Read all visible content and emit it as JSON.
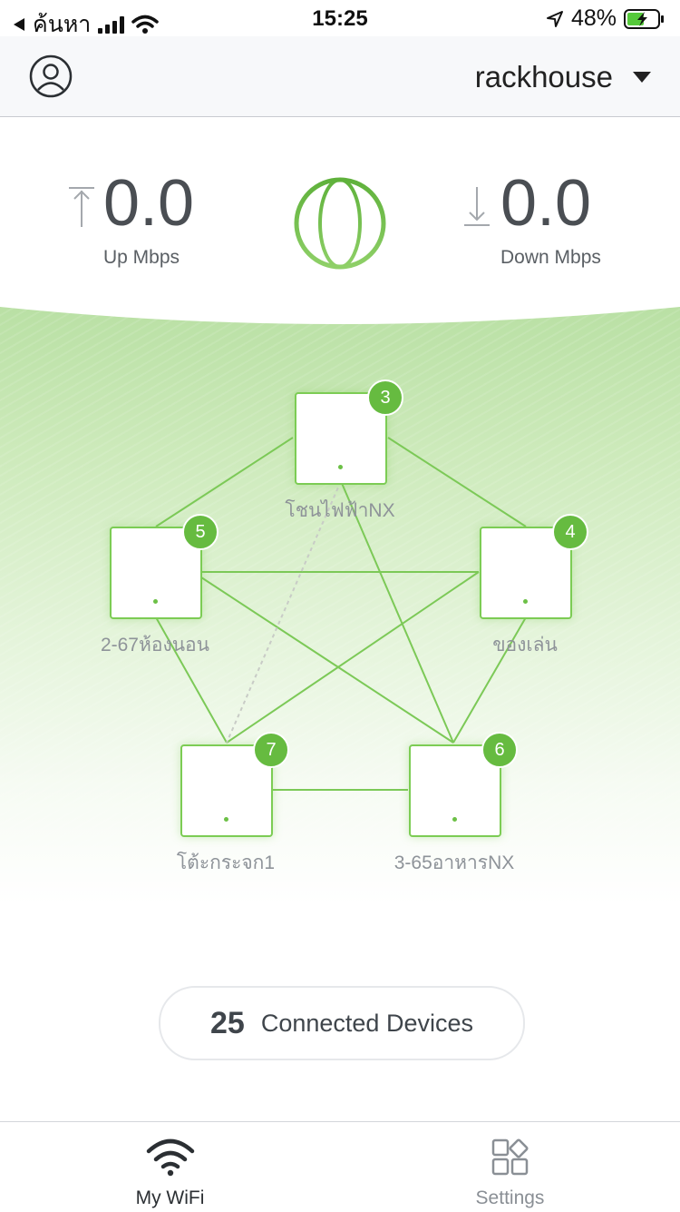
{
  "status_bar": {
    "carrier": "ค้นหา",
    "time": "15:25",
    "battery": "48%"
  },
  "header": {
    "network_name": "rackhouse"
  },
  "speed": {
    "up_value": "0.0",
    "up_label": "Up Mbps",
    "down_value": "0.0",
    "down_label": "Down Mbps"
  },
  "mesh": {
    "nodes": [
      {
        "name": "โชนไฟฟ้าNX",
        "count": "3"
      },
      {
        "name": "2-67ห้องนอน",
        "count": "5"
      },
      {
        "name": "ของเล่น",
        "count": "4"
      },
      {
        "name": "โต้ะกระจก1",
        "count": "7"
      },
      {
        "name": "3-65อาหารNX",
        "count": "6"
      }
    ]
  },
  "devices": {
    "count": "25",
    "label": "Connected Devices"
  },
  "tabs": [
    {
      "label": "My WiFi",
      "icon": "wifi-icon",
      "active": true
    },
    {
      "label": "Settings",
      "icon": "settings-grid-icon",
      "active": false
    }
  ],
  "colors": {
    "accent_green": "#6cc046",
    "badge_green": "#66bb40",
    "text_dark": "#3a3f44"
  }
}
